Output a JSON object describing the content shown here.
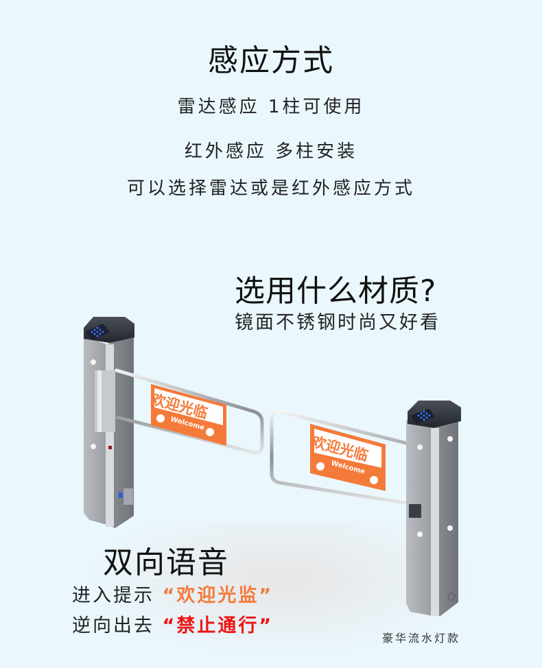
{
  "sensing": {
    "title": "感应方式",
    "lines": [
      "雷达感应   1柱可使用",
      "红外感应   多柱安装",
      "可以选择雷达或是红外感应方式"
    ]
  },
  "material": {
    "title": "选用什么材质?",
    "subtitle": "镜面不锈钢时尚又好看"
  },
  "product": {
    "sign_text": "欢迎光临",
    "sign_sub": "Welcome",
    "caption": "豪华流水灯款",
    "colors": {
      "background": "#eaf7fd",
      "sign_orange": "#f47a3a",
      "led_blue": "#2f6bff",
      "cap_dark": "#2c3038"
    }
  },
  "voice": {
    "title": "双向语音",
    "lines": [
      {
        "prefix": "进入提示 ",
        "quote": "“欢迎光监”",
        "color": "#f47a3a"
      },
      {
        "prefix": "逆向出去 ",
        "quote": "“禁止通行”",
        "color": "#ee1414"
      }
    ]
  }
}
